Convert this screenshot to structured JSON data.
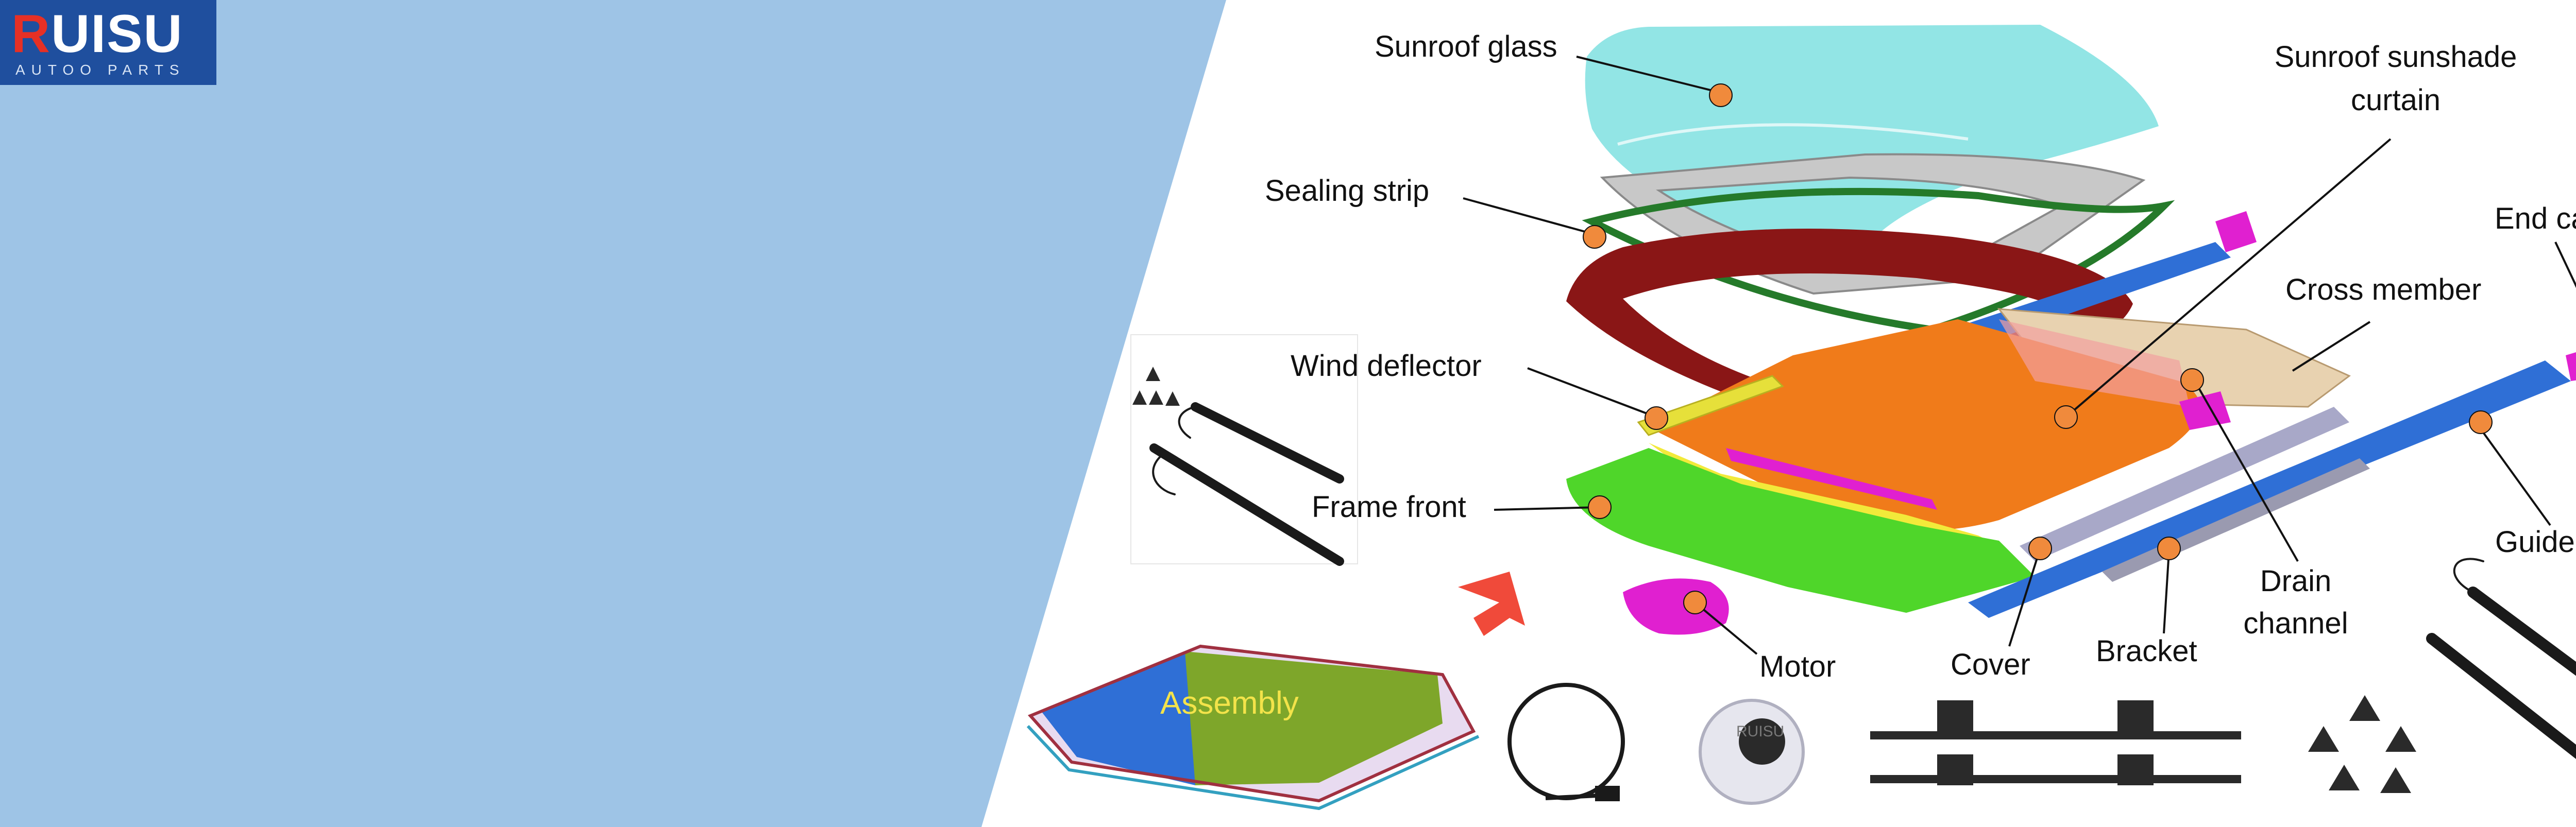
{
  "logo": {
    "brand_first": "R",
    "brand_rest": "UISU",
    "tagline": "AUTOO PARTS"
  },
  "colors": {
    "panel_blue": "#9ec4e6",
    "callout_dot": "#f08a3c",
    "glass": "#7fe0e0",
    "sealing": "#3aa23a",
    "frame_front": "#4fd62a",
    "sunshade": "#f07b1a",
    "guide_rail": "#2f6fd6",
    "magenta_parts": "#e020d0",
    "arrow": "#f04a3a"
  },
  "labels": {
    "sunroof_glass": "Sunroof glass",
    "sealing_strip": "Sealing strip",
    "wind_deflector": "Wind deflector",
    "frame_front": "Frame front",
    "motor": "Motor",
    "cover": "Cover",
    "bracket": "Bracket",
    "drain_channel_1": "Drain",
    "drain_channel_2": "channel",
    "guide_rail": "Guide rail",
    "end_cap": "End cap",
    "cross_member": "Cross member",
    "sunshade_1": "Sunroof  sunshade",
    "sunshade_2": "curtain",
    "assembly": "Assembly"
  },
  "gear_text": "RUISU",
  "icons": [
    "arrow-right-icon"
  ]
}
